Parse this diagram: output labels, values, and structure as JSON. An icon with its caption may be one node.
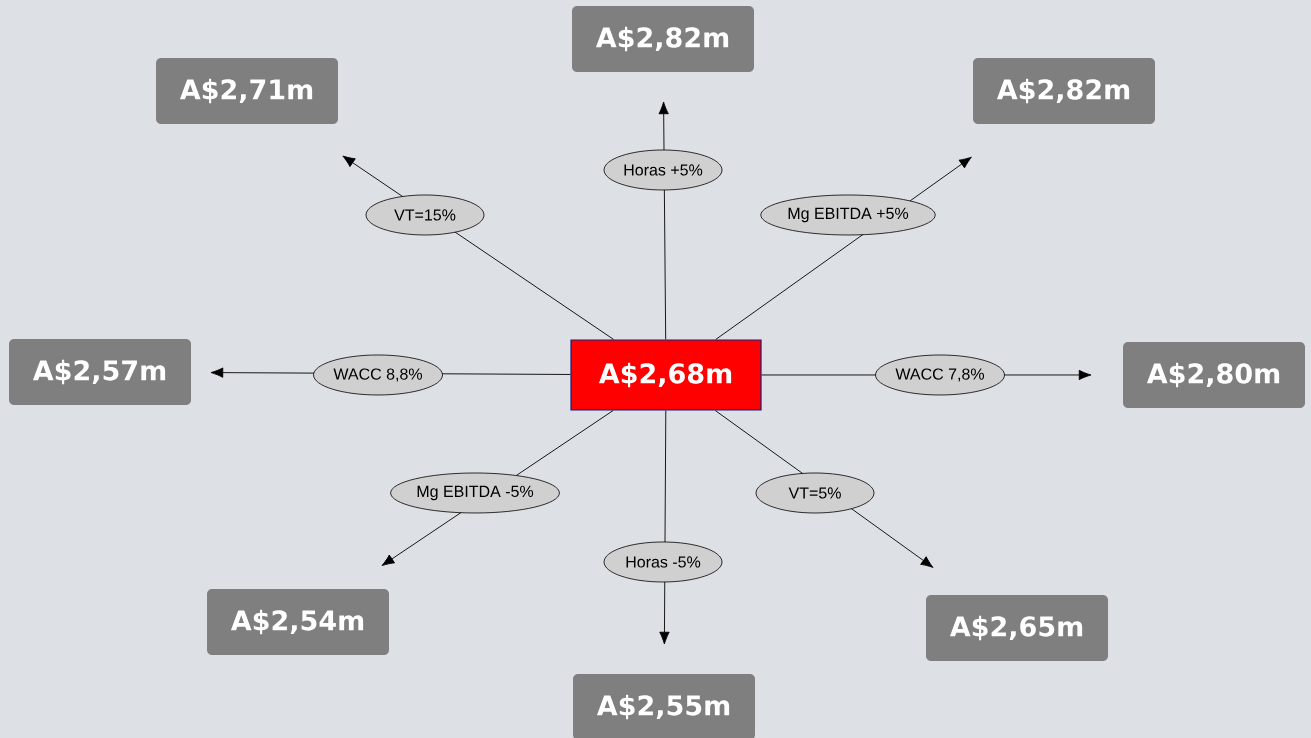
{
  "diagram": {
    "nodes": [
      {
        "text": [
          "A$2,68m"
        ]
      },
      {
        "text": [
          "A$2,71m"
        ]
      },
      {
        "text": [
          "A$2,82m"
        ]
      },
      {
        "text": [
          "A$2,82m"
        ]
      },
      {
        "text": [
          "A$2,57m"
        ]
      },
      {
        "text": [
          "A$2,80m"
        ]
      },
      {
        "text": [
          "A$2,54m"
        ]
      },
      {
        "text": [
          "A$2,65m"
        ]
      },
      {
        "text": [
          "A$2,55m"
        ]
      }
    ],
    "edges": [
      {
        "from": 0,
        "to": 1,
        "arrow": "to",
        "label": "VT=15%"
      },
      {
        "from": 0,
        "to": 2,
        "arrow": "to",
        "label": "Horas +5%"
      },
      {
        "from": 0,
        "to": 3,
        "arrow": "to",
        "label": "Mg EBITDA +5%"
      },
      {
        "from": 0,
        "to": 4,
        "arrow": "to",
        "label": "WACC 8,8%"
      },
      {
        "from": 0,
        "to": 5,
        "arrow": "to",
        "label": "WACC 7,8%"
      },
      {
        "from": 0,
        "to": 6,
        "arrow": "to",
        "label": "Mg EBITDA -5%"
      },
      {
        "from": 0,
        "to": 7,
        "arrow": "to",
        "label": "VT=5%"
      },
      {
        "from": 0,
        "to": 8,
        "arrow": "to",
        "label": "Horas -5%"
      }
    ]
  }
}
